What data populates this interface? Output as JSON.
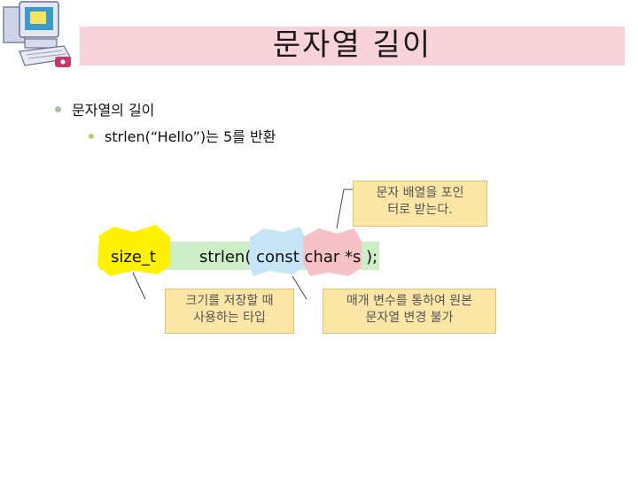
{
  "slide": {
    "title": "문자열 길이",
    "bullets": [
      {
        "text": "문자열의 길이",
        "level": 1
      },
      {
        "text": "strlen(“Hello”)는 5를 반환",
        "level": 2
      }
    ]
  },
  "diagram": {
    "return_type": "size_t",
    "signature": "strlen( const char *s );",
    "notes": {
      "pointer_note": [
        "문자 배열을 포인",
        "터로 받는다."
      ],
      "size_type_note": [
        "크기를 저장할 때",
        "사용하는 타입"
      ],
      "const_note": [
        "매개 변수를 통하여 원본",
        "문자열 변경 불가"
      ]
    }
  },
  "colors": {
    "title_bar": "#f8d3d9",
    "code_bar": "#cdeec7",
    "type_blob": "#fff200",
    "const_blob": "#c6e6f7",
    "char_blob": "#f7c2c6",
    "note_bg": "#fbe6a6"
  },
  "icons": [
    "computer-clipart-icon"
  ]
}
